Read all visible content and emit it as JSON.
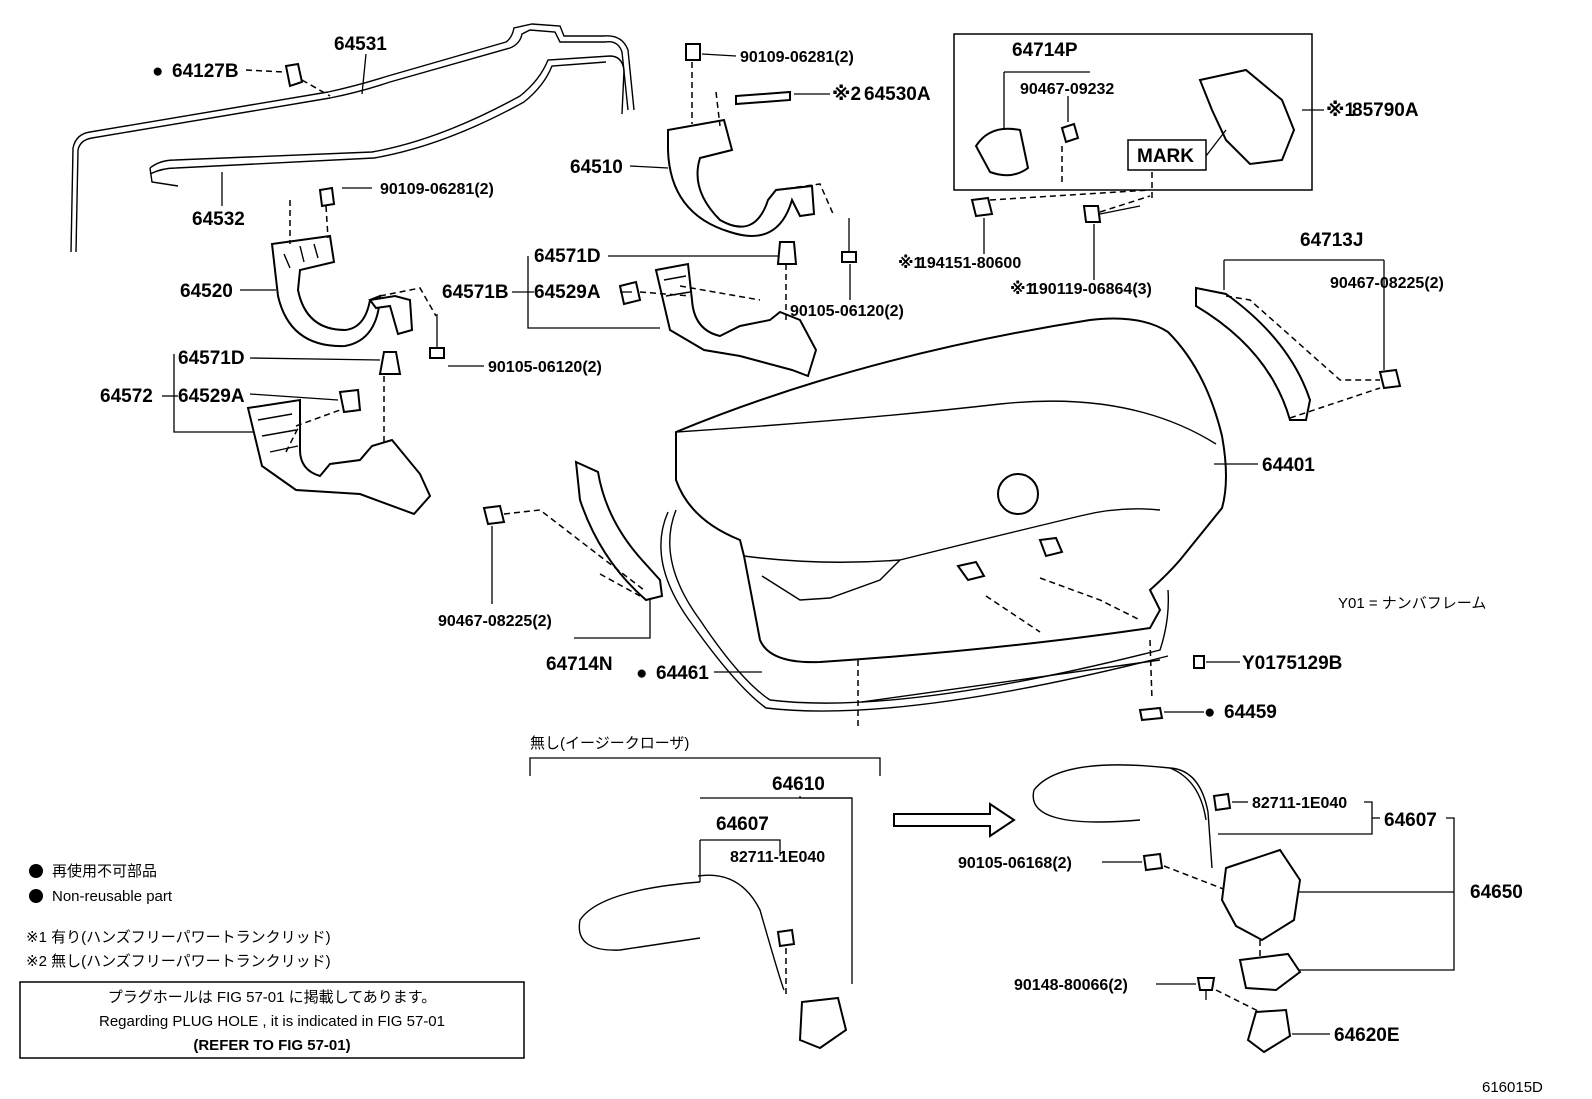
{
  "labels": {
    "p64531": "64531",
    "p64127B": "64127B",
    "p64532": "64532",
    "p90109_a": "90109-06281(2)",
    "p90109_b": "90109-06281(2)",
    "p64530A": "64530A",
    "p64510": "64510",
    "p64520": "64520",
    "p64571D_a": "64571D",
    "p64571B": "64571B",
    "p64529A_a": "64529A",
    "p90105_a": "90105-06120(2)",
    "p90105_b": "90105-06120(2)",
    "p64571D_b": "64571D",
    "p64572": "64572",
    "p64529A_b": "64529A",
    "p64714P": "64714P",
    "p90467_09232": "90467-09232",
    "p85790A": "85790A",
    "mark": "MARK",
    "p194151": "194151-80600",
    "p190119": "190119-06864(3)",
    "p64713J": "64713J",
    "p90467_08225_a": "90467-08225(2)",
    "p64401": "64401",
    "p90467_08225_b": "90467-08225(2)",
    "p64714N": "64714N",
    "p64461": "64461",
    "pY0175129B": "Y0175129B",
    "p64459": "64459",
    "y01_note": "Y01 = ナンバフレーム",
    "easy_closer_none": "無し(イージークローザ)",
    "p64610": "64610",
    "p64607_a": "64607",
    "p82711_a": "82711-1E040",
    "p82711_b": "82711-1E040",
    "p64607_b": "64607",
    "p90105_06168": "90105-06168(2)",
    "p64650": "64650",
    "p90148": "90148-80066(2)",
    "p64620E": "64620E",
    "fig_code": "616015D"
  },
  "marks": {
    "ref1": "※1",
    "ref2": "※2",
    "dot": "●"
  },
  "legend": {
    "non_reusable_jp": "再使用不可部品",
    "non_reusable_en": "Non-reusable part",
    "note1": "※1 有り(ハンズフリーパワートランクリッド)",
    "note2": "※2 無し(ハンズフリーパワートランクリッド)"
  },
  "plug_hole_note": {
    "line1": "プラグホールは FIG 57-01 に掲載してあります。",
    "line2": "Regarding  PLUG  HOLE , it is indicated in FIG  57-01",
    "line3": "(REFER  TO  FIG 57-01)"
  }
}
